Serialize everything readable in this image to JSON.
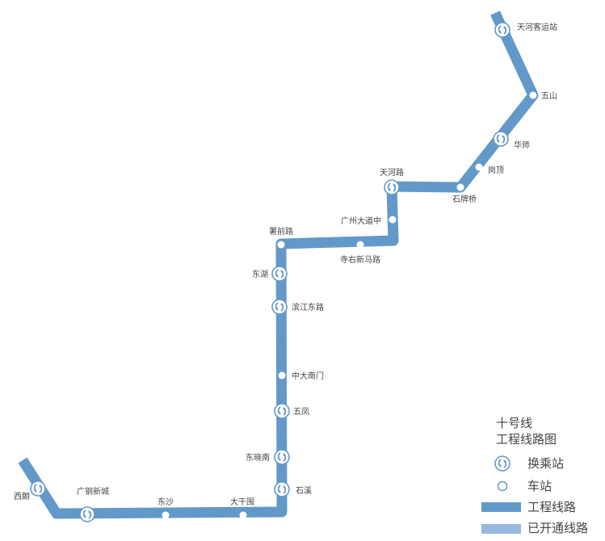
{
  "line_color": "#6399c9",
  "opened_color": "#98b8e0",
  "stations": [
    {
      "name": "天河客运站",
      "type": "interchange"
    },
    {
      "name": "五山",
      "type": "station"
    },
    {
      "name": "华师",
      "type": "interchange"
    },
    {
      "name": "岗顶",
      "type": "station"
    },
    {
      "name": "石牌桥",
      "type": "station"
    },
    {
      "name": "天河路",
      "type": "interchange"
    },
    {
      "name": "广州大道中",
      "type": "station"
    },
    {
      "name": "寺右新马路",
      "type": "station"
    },
    {
      "name": "署前路",
      "type": "station"
    },
    {
      "name": "东湖",
      "type": "interchange"
    },
    {
      "name": "滨江东路",
      "type": "interchange"
    },
    {
      "name": "中大南门",
      "type": "station"
    },
    {
      "name": "五凤",
      "type": "interchange"
    },
    {
      "name": "东晓南",
      "type": "interchange"
    },
    {
      "name": "石溪",
      "type": "interchange"
    },
    {
      "name": "大干围",
      "type": "station"
    },
    {
      "name": "东沙",
      "type": "station"
    },
    {
      "name": "广钢新城",
      "type": "interchange"
    },
    {
      "name": "西朗",
      "type": "interchange"
    }
  ],
  "legend": {
    "title_line1": "十号线",
    "title_line2": "工程线路图",
    "interchange": "换乘站",
    "station": "车站",
    "construction_line": "工程线路",
    "opened_line": "已开通线路"
  }
}
